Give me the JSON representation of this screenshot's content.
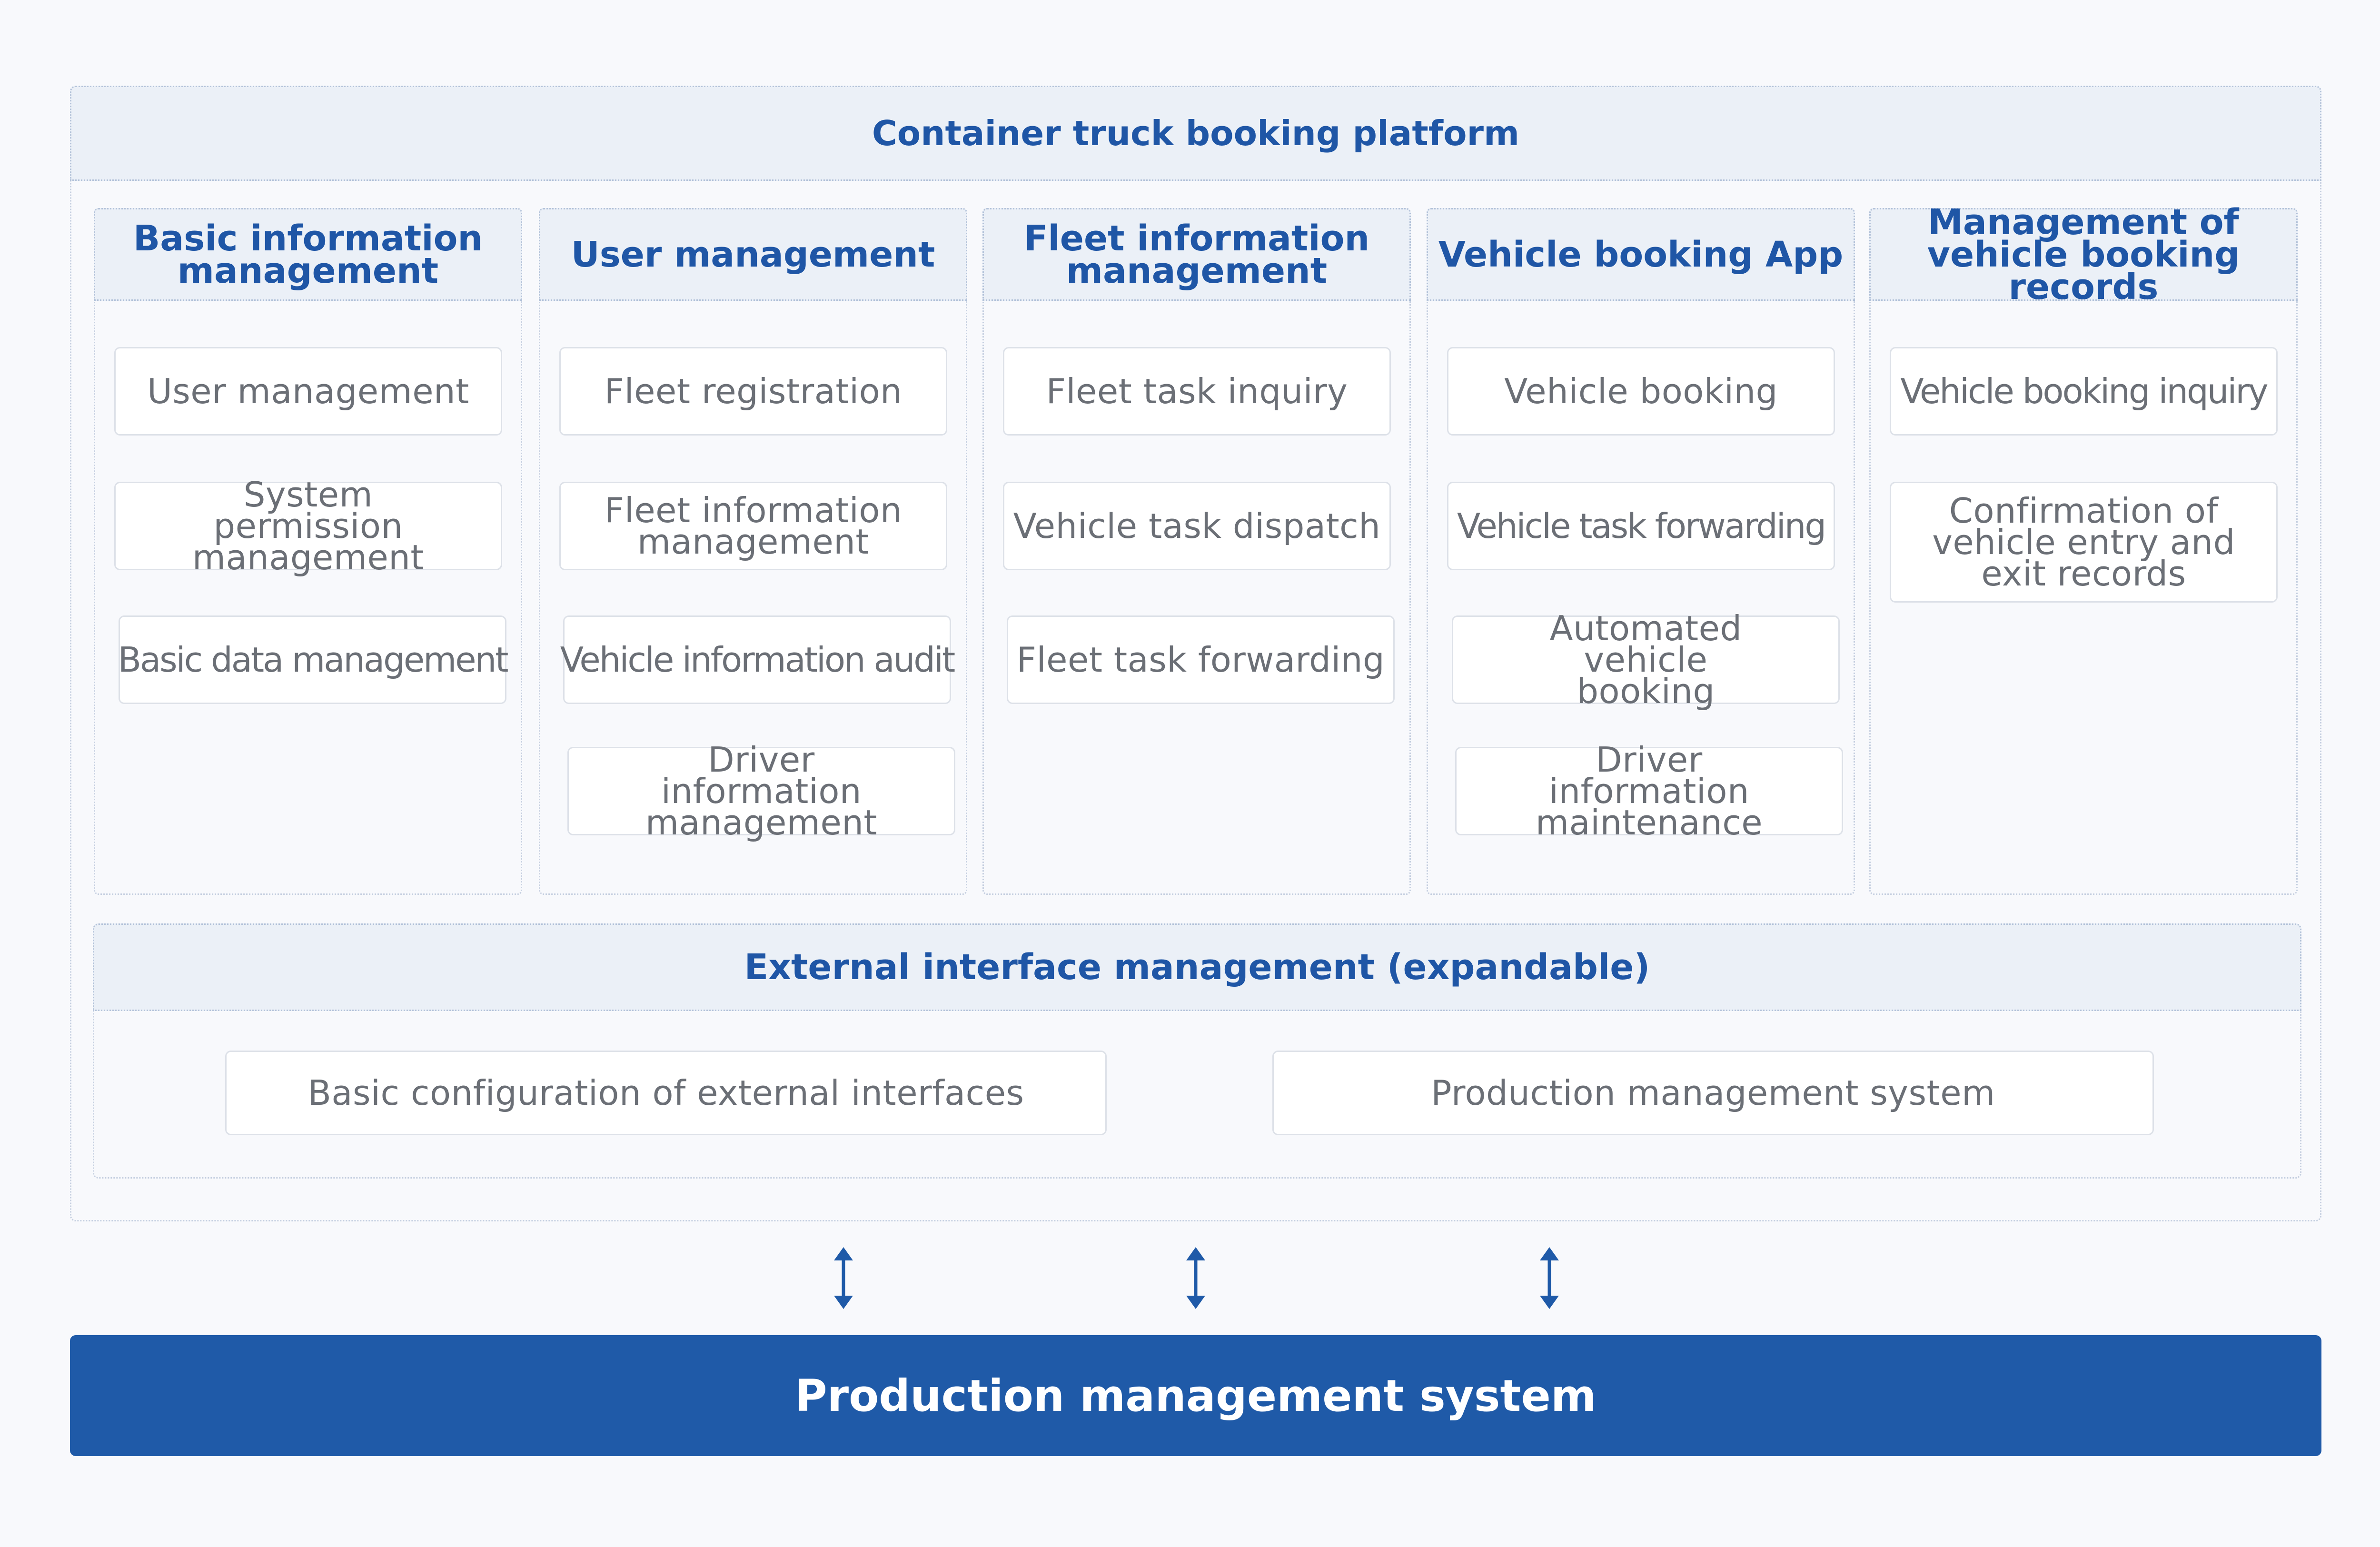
{
  "platform": {
    "title": "Container truck booking platform"
  },
  "modules": [
    {
      "title_lines": [
        "Basic information",
        "management"
      ],
      "items": [
        "User management",
        "System permission management",
        "Basic data management"
      ]
    },
    {
      "title_lines": [
        "User management"
      ],
      "items": [
        "Fleet registration",
        "Fleet information management",
        "Vehicle information audit",
        "Driver information management"
      ]
    },
    {
      "title_lines": [
        "Fleet information",
        "management"
      ],
      "items": [
        "Fleet task inquiry",
        "Vehicle task dispatch",
        "Fleet task forwarding"
      ]
    },
    {
      "title_lines": [
        "Vehicle booking App"
      ],
      "items": [
        "Vehicle booking",
        "Vehicle task forwarding",
        "Automated vehicle booking",
        "Driver information maintenance"
      ]
    },
    {
      "title_lines": [
        "Management of",
        "vehicle booking records"
      ],
      "items": [
        "Vehicle booking inquiry",
        "Confirmation of vehicle entry and exit records"
      ]
    }
  ],
  "external_interface": {
    "title": "External interface management (expandable)",
    "items": [
      "Basic configuration of external interfaces",
      "Production management system"
    ]
  },
  "bottom_system": {
    "label": "Production management system"
  },
  "colors": {
    "accent": "#1f5aa8",
    "header_bg": "#ebf0f7",
    "item_text": "#6b6f76",
    "page_bg": "#f8f9fc"
  }
}
